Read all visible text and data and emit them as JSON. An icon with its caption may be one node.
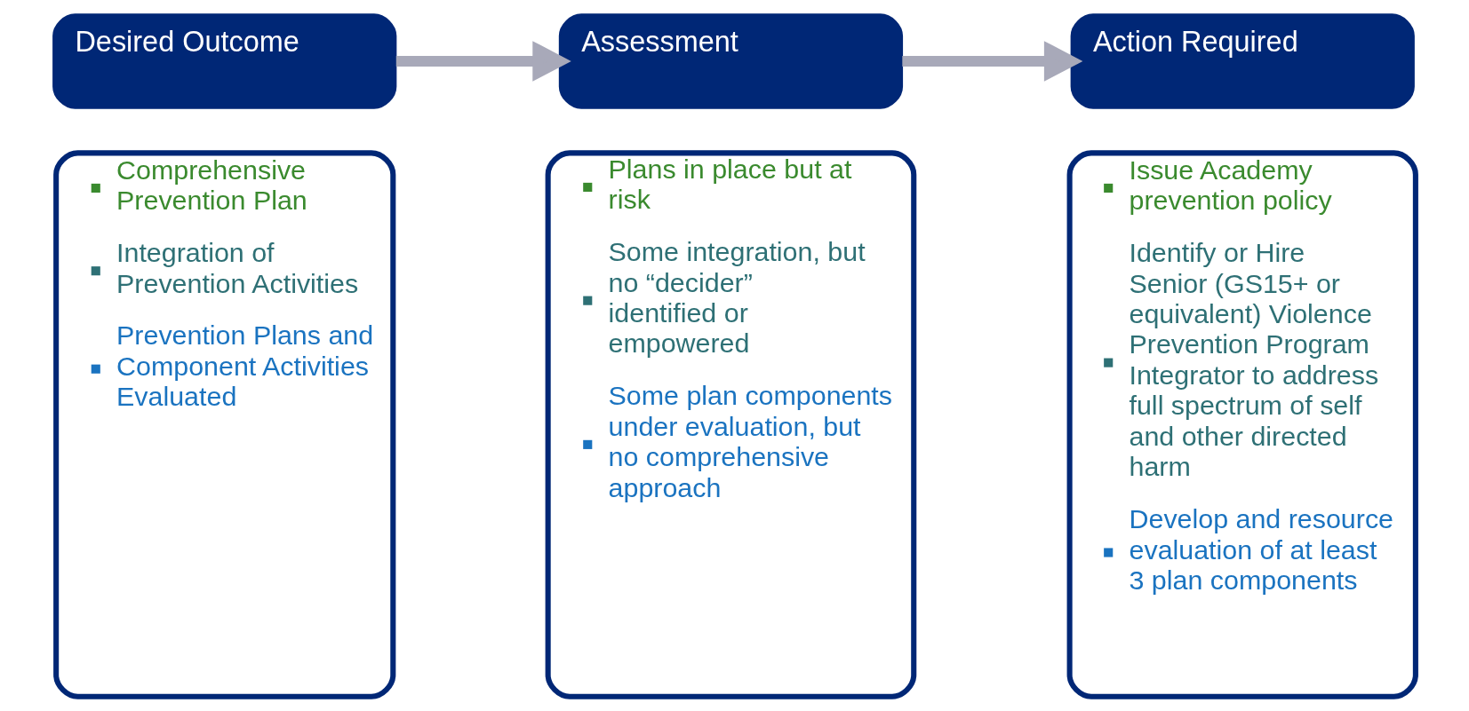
{
  "diagram": {
    "nodes": [
      {
        "text": [
          "Desired Outcome"
        ]
      },
      {
        "text": [
          "Assessment"
        ]
      },
      {
        "text": [
          "Action Required"
        ]
      },
      {
        "text": [
          "Comprehensive Prevention Plan",
          "Integration of Prevention Activities",
          "Prevention Plans and Component Activities Evaluated"
        ]
      },
      {
        "text": [
          "Plans in place but at risk",
          "Some integration, but no “decider” identified or empowered",
          "Some plan components under evaluation, but no comprehensive approach"
        ]
      },
      {
        "text": [
          "Issue Academy prevention policy",
          "Identify or Hire Senior (GS15+ or equivalent) Violence Prevention Program Integrator to address full spectrum of self and other directed harm",
          "Develop and resource evaluation of at least 3 plan components"
        ]
      }
    ],
    "edges": [
      {
        "from": 0,
        "to": 1,
        "arrow": "to"
      },
      {
        "from": 1,
        "to": 2,
        "arrow": "to"
      }
    ]
  }
}
